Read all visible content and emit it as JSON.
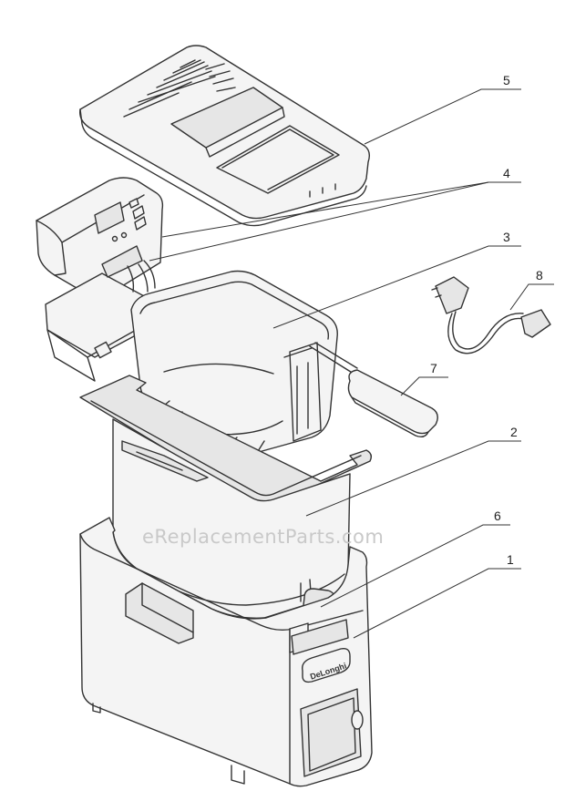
{
  "labels": {
    "p1": "1",
    "p2": "2",
    "p3": "3",
    "p4": "4",
    "p5": "5",
    "p6": "6",
    "p7": "7",
    "p8": "8"
  },
  "watermark": "eReplacementParts.com",
  "brand": "DeLonghi"
}
